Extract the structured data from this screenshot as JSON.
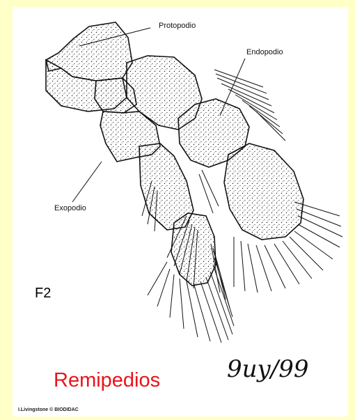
{
  "labels": {
    "protopodio": "Protopodio",
    "endopodio": "Endopodio",
    "exopodio": "Exopodio"
  },
  "figure_tag": "F2",
  "caption": "Remipedios",
  "signature": "9uy/99",
  "credit": "I.Livingstone © BIODIDAC",
  "colors": {
    "outer_background": "#ffffc8",
    "panel_background": "#ffffff",
    "caption": "#e8141b",
    "ink": "#111111"
  }
}
